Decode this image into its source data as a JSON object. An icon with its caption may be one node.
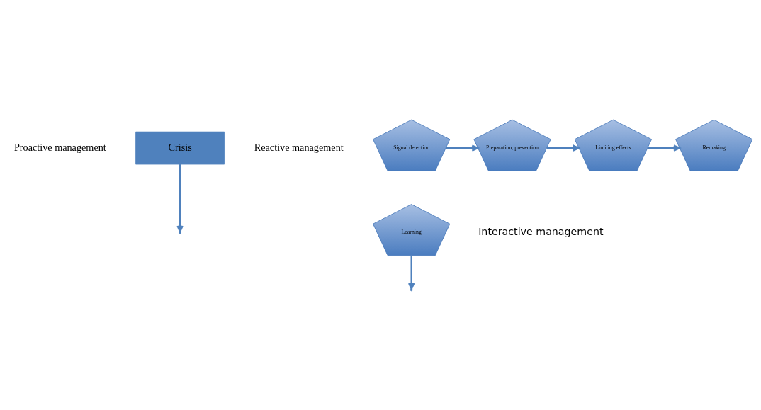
{
  "diagram": {
    "nodes": [
      {
        "text": [
          "Crisis"
        ]
      },
      {
        "text": [
          "Signal detection"
        ]
      },
      {
        "text": [
          "Preparation, prevention"
        ]
      },
      {
        "text": [
          "Limiting effects"
        ]
      },
      {
        "text": [
          "Remaking"
        ]
      },
      {
        "text": [
          "Learning"
        ]
      }
    ],
    "edges": [
      {
        "from": 0,
        "to": null,
        "arrow": "to"
      },
      {
        "from": 1,
        "to": 2,
        "arrow": "to"
      },
      {
        "from": 2,
        "to": 3,
        "arrow": "to"
      },
      {
        "from": 3,
        "to": 4,
        "arrow": "to"
      },
      {
        "from": 5,
        "to": null,
        "arrow": "to"
      }
    ],
    "labels": [
      "Proactive management",
      "Reactive management",
      "Interactive management"
    ]
  }
}
